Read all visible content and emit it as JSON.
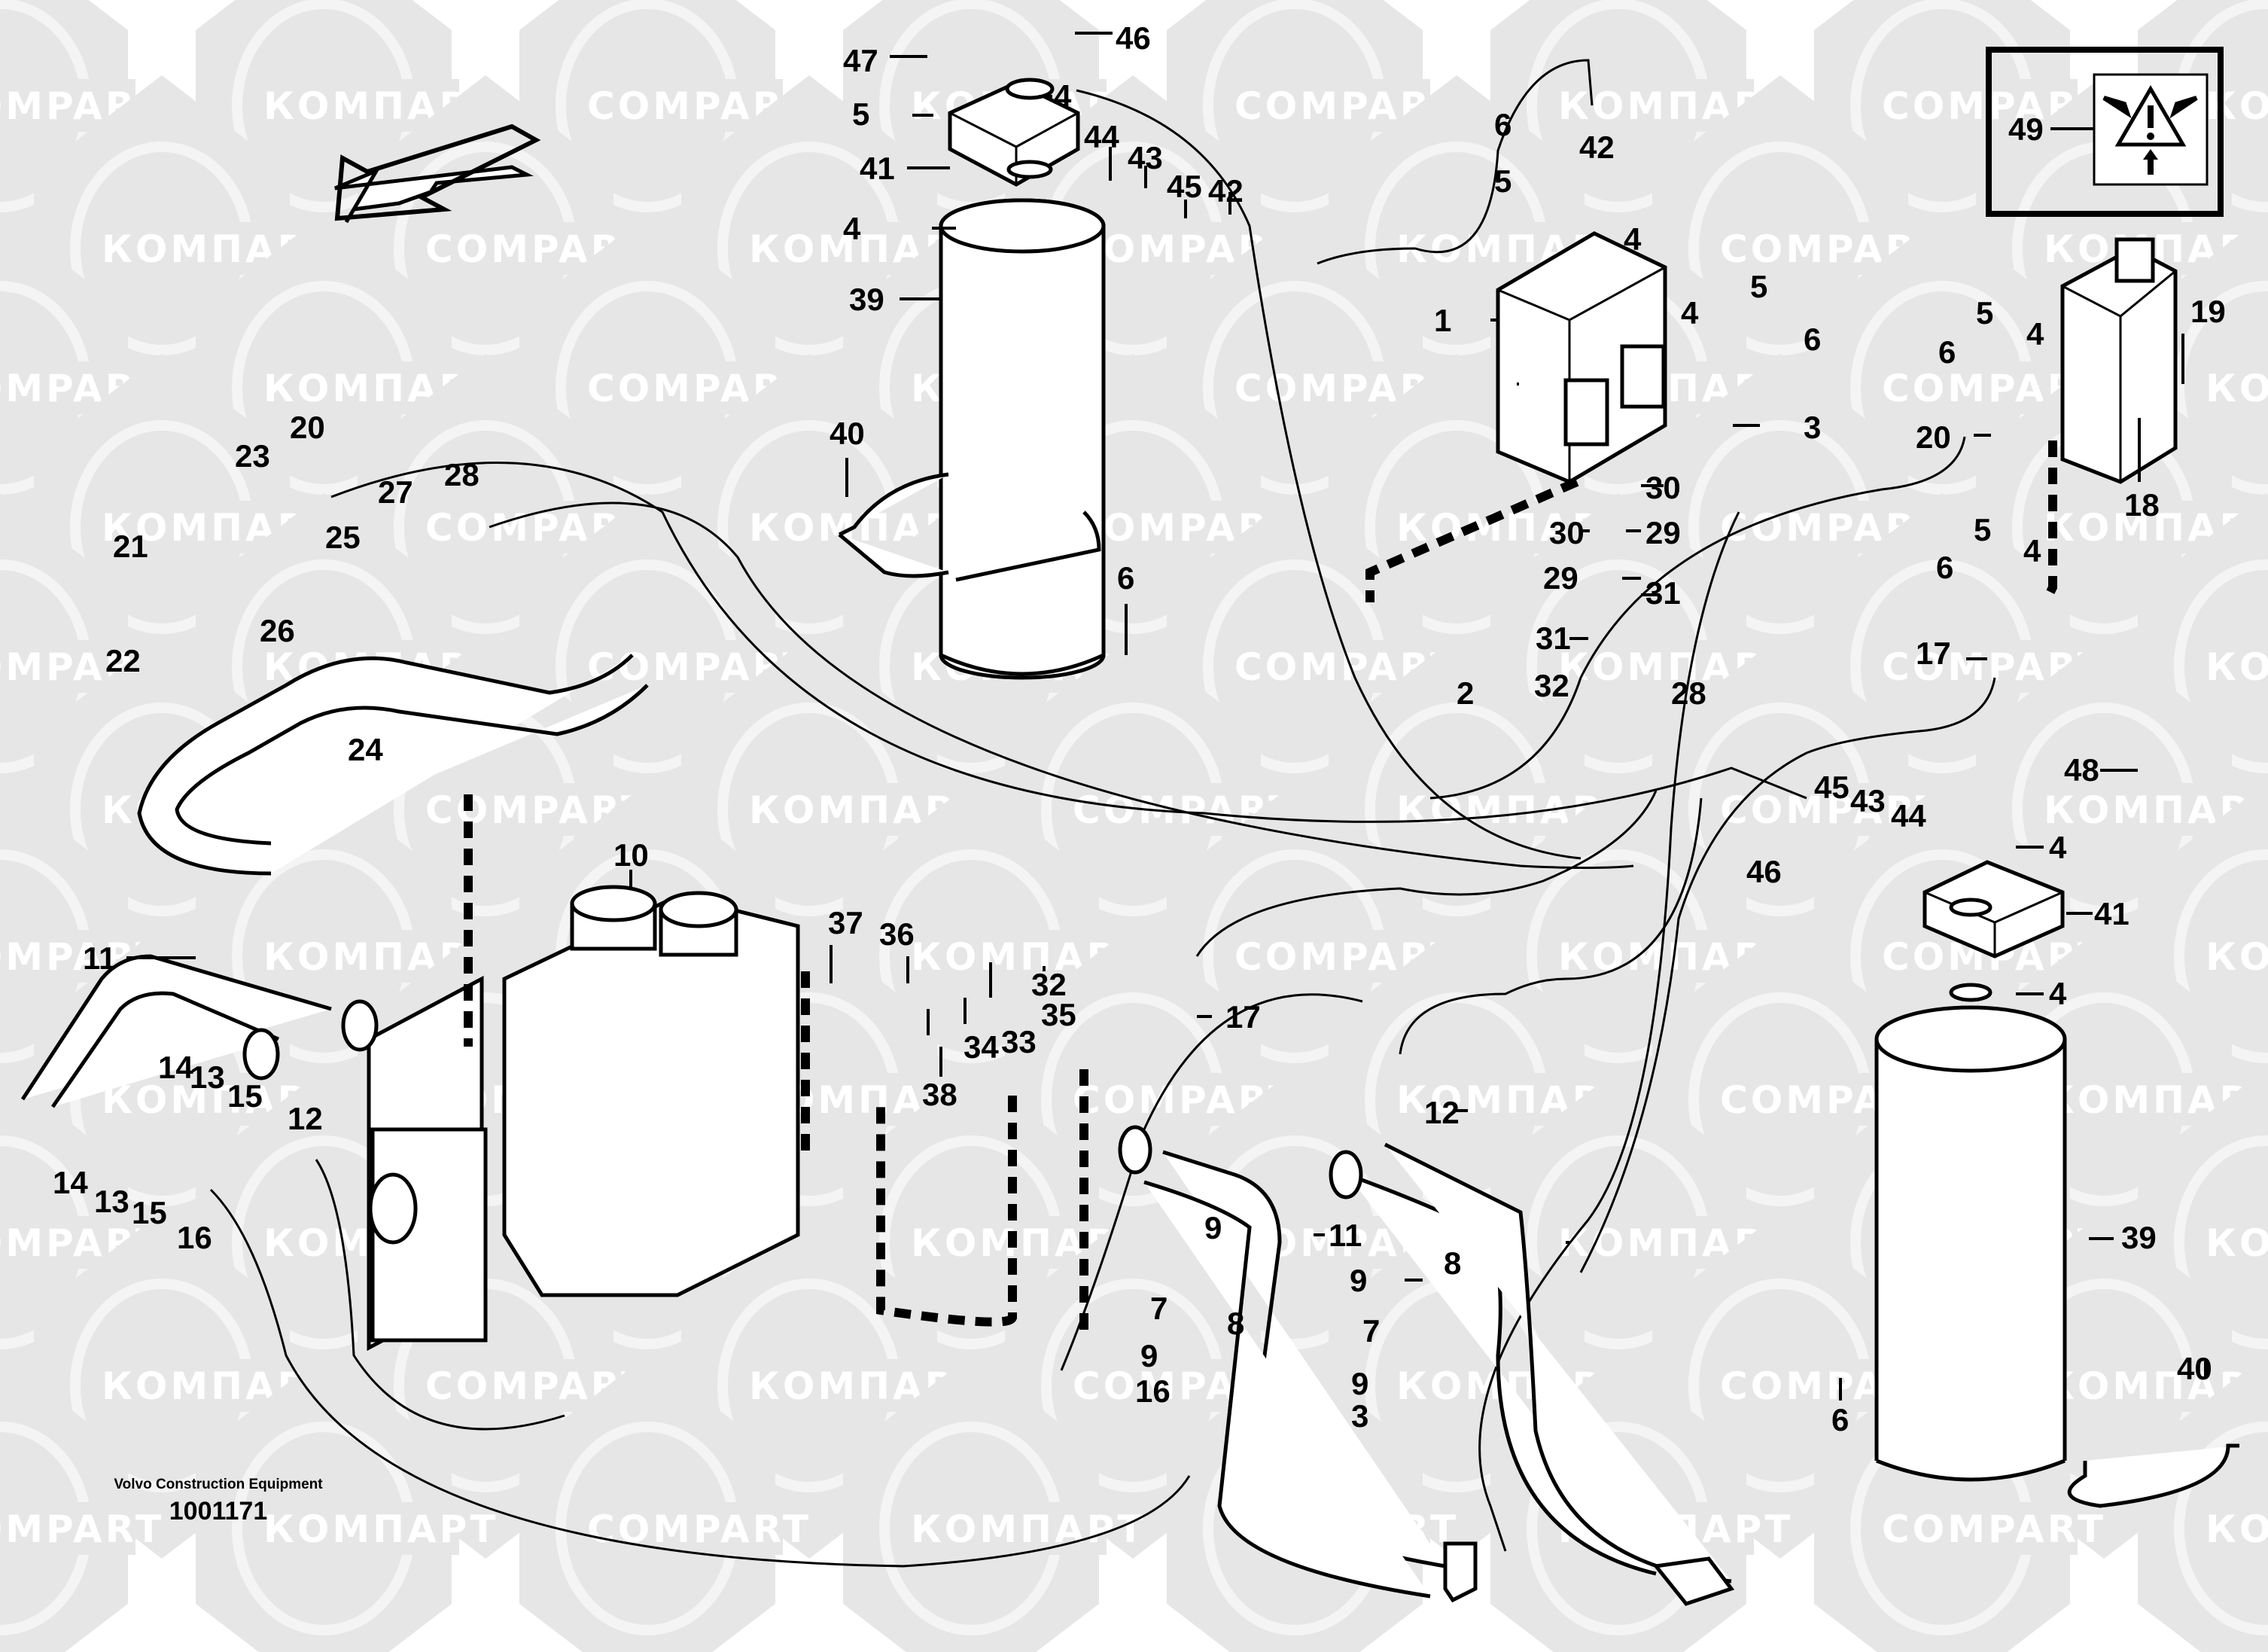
{
  "diagram": {
    "manufacturer": "Volvo Construction Equipment",
    "drawing_number": "1001171",
    "watermarks": [
      "COMPART",
      "КОМПАРТ"
    ],
    "warning_box": {
      "callout": "49",
      "icon": "warning-pressure-icon"
    },
    "callouts": [
      {
        "id": "c47",
        "label": "47"
      },
      {
        "id": "c46a",
        "label": "46"
      },
      {
        "id": "c4a",
        "label": "4"
      },
      {
        "id": "c5a",
        "label": "5"
      },
      {
        "id": "c41a",
        "label": "41"
      },
      {
        "id": "c44a",
        "label": "44"
      },
      {
        "id": "c43a",
        "label": "43"
      },
      {
        "id": "c45a",
        "label": "45"
      },
      {
        "id": "c42a",
        "label": "42"
      },
      {
        "id": "c4b",
        "label": "4"
      },
      {
        "id": "c39a",
        "label": "39"
      },
      {
        "id": "c40a",
        "label": "40"
      },
      {
        "id": "c6a",
        "label": "6"
      },
      {
        "id": "c6b",
        "label": "6"
      },
      {
        "id": "c42b",
        "label": "42"
      },
      {
        "id": "c5b",
        "label": "5"
      },
      {
        "id": "c4c",
        "label": "4"
      },
      {
        "id": "c1",
        "label": "1"
      },
      {
        "id": "c4d",
        "label": "4"
      },
      {
        "id": "c5c",
        "label": "5"
      },
      {
        "id": "c6c",
        "label": "6"
      },
      {
        "id": "c3a",
        "label": "3"
      },
      {
        "id": "c30a",
        "label": "30"
      },
      {
        "id": "c30b",
        "label": "30"
      },
      {
        "id": "c29a",
        "label": "29"
      },
      {
        "id": "c29b",
        "label": "29"
      },
      {
        "id": "c31a",
        "label": "31"
      },
      {
        "id": "c31b",
        "label": "31"
      },
      {
        "id": "c32a",
        "label": "32"
      },
      {
        "id": "c28a",
        "label": "28"
      },
      {
        "id": "c2",
        "label": "2"
      },
      {
        "id": "c5d",
        "label": "5"
      },
      {
        "id": "c6d",
        "label": "6"
      },
      {
        "id": "c4e",
        "label": "4"
      },
      {
        "id": "c19",
        "label": "19"
      },
      {
        "id": "c20a",
        "label": "20"
      },
      {
        "id": "c18",
        "label": "18"
      },
      {
        "id": "c5e",
        "label": "5"
      },
      {
        "id": "c6e",
        "label": "6"
      },
      {
        "id": "c4f",
        "label": "4"
      },
      {
        "id": "c17a",
        "label": "17"
      },
      {
        "id": "c20b",
        "label": "20"
      },
      {
        "id": "c23",
        "label": "23"
      },
      {
        "id": "c28b",
        "label": "28"
      },
      {
        "id": "c27",
        "label": "27"
      },
      {
        "id": "c21",
        "label": "21"
      },
      {
        "id": "c25",
        "label": "25"
      },
      {
        "id": "c26",
        "label": "26"
      },
      {
        "id": "c22",
        "label": "22"
      },
      {
        "id": "c24",
        "label": "24"
      },
      {
        "id": "c48",
        "label": "48"
      },
      {
        "id": "c45b",
        "label": "45"
      },
      {
        "id": "c43b",
        "label": "43"
      },
      {
        "id": "c44b",
        "label": "44"
      },
      {
        "id": "c46b",
        "label": "46"
      },
      {
        "id": "c4g",
        "label": "4"
      },
      {
        "id": "c41b",
        "label": "41"
      },
      {
        "id": "c4h",
        "label": "4"
      },
      {
        "id": "c10",
        "label": "10"
      },
      {
        "id": "c37",
        "label": "37"
      },
      {
        "id": "c36",
        "label": "36"
      },
      {
        "id": "c32b",
        "label": "32"
      },
      {
        "id": "c34",
        "label": "34"
      },
      {
        "id": "c33",
        "label": "33"
      },
      {
        "id": "c35",
        "label": "35"
      },
      {
        "id": "c38",
        "label": "38"
      },
      {
        "id": "c17b",
        "label": "17"
      },
      {
        "id": "c11a",
        "label": "11"
      },
      {
        "id": "c14a",
        "label": "14"
      },
      {
        "id": "c13a",
        "label": "13"
      },
      {
        "id": "c15a",
        "label": "15"
      },
      {
        "id": "c12a",
        "label": "12"
      },
      {
        "id": "c14b",
        "label": "14"
      },
      {
        "id": "c13b",
        "label": "13"
      },
      {
        "id": "c15b",
        "label": "15"
      },
      {
        "id": "c16a",
        "label": "16"
      },
      {
        "id": "c12b",
        "label": "12"
      },
      {
        "id": "c9a",
        "label": "9"
      },
      {
        "id": "c11b",
        "label": "11"
      },
      {
        "id": "c7a",
        "label": "7"
      },
      {
        "id": "c8a",
        "label": "8"
      },
      {
        "id": "c9b",
        "label": "9"
      },
      {
        "id": "c16b",
        "label": "16"
      },
      {
        "id": "c9c",
        "label": "9"
      },
      {
        "id": "c8b",
        "label": "8"
      },
      {
        "id": "c7b",
        "label": "7"
      },
      {
        "id": "c9d",
        "label": "9"
      },
      {
        "id": "c3b",
        "label": "3"
      },
      {
        "id": "c39b",
        "label": "39"
      },
      {
        "id": "c6f",
        "label": "6"
      },
      {
        "id": "c40b",
        "label": "40"
      }
    ]
  }
}
